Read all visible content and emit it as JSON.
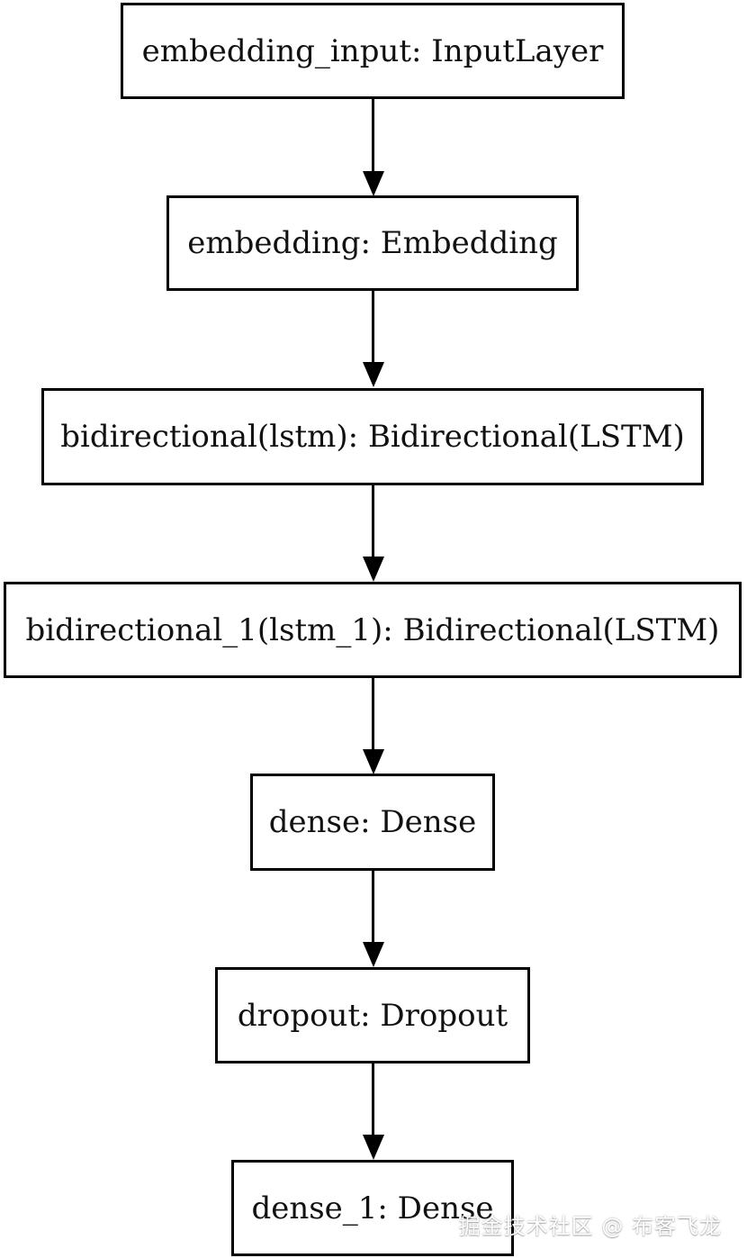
{
  "diagram": {
    "nodes": [
      {
        "label": "embedding_input: InputLayer"
      },
      {
        "label": "embedding: Embedding"
      },
      {
        "label": "bidirectional(lstm): Bidirectional(LSTM)"
      },
      {
        "label": "bidirectional_1(lstm_1): Bidirectional(LSTM)"
      },
      {
        "label": "dense: Dense"
      },
      {
        "label": "dropout: Dropout"
      },
      {
        "label": "dense_1: Dense"
      }
    ]
  },
  "watermark": {
    "text": "掘金技术社区 @ 布客飞龙"
  }
}
